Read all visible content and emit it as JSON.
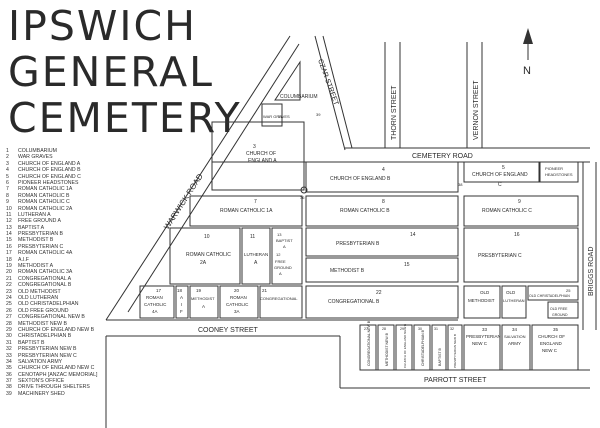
{
  "title_lines": [
    "IPSWICH",
    "GENERAL",
    "CEMETERY"
  ],
  "north_label": "N",
  "streets": {
    "warwick_road": "WARWICK ROAD",
    "cemetery_road": "CEMETERY ROAD",
    "thorn_street": "THORN STREET",
    "vernon_street": "VERNON STREET",
    "cooney_street": "COONEY STREET",
    "parrott_street": "PARROTT STREET",
    "briggs_road": "BRIGGS ROAD",
    "czar_street": "CZAR STREET"
  },
  "legend": [
    {
      "num": "1",
      "label": "COLUMBARIUM"
    },
    {
      "num": "2",
      "label": "WAR GRAVES"
    },
    {
      "num": "3",
      "label": "CHURCH OF ENGLAND A"
    },
    {
      "num": "4",
      "label": "CHURCH OF ENGLAND B"
    },
    {
      "num": "5",
      "label": "CHURCH OF ENGLAND C"
    },
    {
      "num": "6",
      "label": "PIONEER HEADSTONES"
    },
    {
      "num": "7",
      "label": "ROMAN CATHOLIC 1A"
    },
    {
      "num": "8",
      "label": "ROMAN CATHOLIC B"
    },
    {
      "num": "9",
      "label": "ROMAN CATHOLIC C"
    },
    {
      "num": "10",
      "label": "ROMAN CATHOLIC 2A"
    },
    {
      "num": "11",
      "label": "LUTHERAN A"
    },
    {
      "num": "12",
      "label": "FREE GROUND A"
    },
    {
      "num": "13",
      "label": "BAPTIST A"
    },
    {
      "num": "14",
      "label": "PRESBYTERIAN B"
    },
    {
      "num": "15",
      "label": "METHODIST B"
    },
    {
      "num": "16",
      "label": "PRESBYTERIAN C"
    },
    {
      "num": "17",
      "label": "ROMAN CATHOLIC 4A"
    },
    {
      "num": "18",
      "label": "A.I.F"
    },
    {
      "num": "19",
      "label": "METHODIST A"
    },
    {
      "num": "20",
      "label": "ROMAN CATHOLIC 3A"
    },
    {
      "num": "21",
      "label": "CONGREGATIONAL A"
    },
    {
      "num": "22",
      "label": "CONGREGATIONAL B"
    },
    {
      "num": "23",
      "label": "OLD METHODIST"
    },
    {
      "num": "24",
      "label": "OLD LUTHERAN"
    },
    {
      "num": "25",
      "label": "OLD CHRISTADELPHIAN"
    },
    {
      "num": "26",
      "label": "OLD FREE GROUND"
    },
    {
      "num": "27",
      "label": "CONGREGATIONAL NEW B"
    },
    {
      "num": "28",
      "label": "METHODIST NEW B"
    },
    {
      "num": "29",
      "label": "CHURCH OF ENGLAND NEW B"
    },
    {
      "num": "30",
      "label": "CHRISTADELPHIAN B"
    },
    {
      "num": "31",
      "label": "BAPTIST B"
    },
    {
      "num": "32",
      "label": "PRESBYTERIAN NEW B"
    },
    {
      "num": "33",
      "label": "PRESBYTERIAN NEW C"
    },
    {
      "num": "34",
      "label": "SALVATION ARMY"
    },
    {
      "num": "35",
      "label": "CHURCH OF ENGLAND NEW C"
    },
    {
      "num": "36",
      "label": "CENOTAPH [ANZAC MEMORIAL]"
    },
    {
      "num": "37",
      "label": "SEXTON'S OFFICE"
    },
    {
      "num": "38",
      "label": "DRIVE THROUGH SHELTERS"
    },
    {
      "num": "39",
      "label": "MACHINERY SHED"
    }
  ],
  "sections": {
    "s1": {
      "num": "1",
      "name": "COLUMBARIUM"
    },
    "s2": {
      "num": "2",
      "name": "WAR GRAVES"
    },
    "s3": {
      "num": "3",
      "name1": "CHURCH OF",
      "name2": "ENGLAND A"
    },
    "s4": {
      "num": "4",
      "name": "CHURCH OF ENGLAND  B"
    },
    "s5": {
      "num": "5",
      "name1": "CHURCH OF ENGLAND",
      "name2": "C"
    },
    "s6": {
      "num": "6",
      "name1": "PIONEER",
      "name2": "HEADSTONES"
    },
    "s7": {
      "num": "7",
      "name": "ROMAN CATHOLIC 1A"
    },
    "s8": {
      "num": "8",
      "name": "ROMAN CATHOLIC  B"
    },
    "s9": {
      "num": "9",
      "name": "ROMAN CATHOLIC  C"
    },
    "s10": {
      "num": "10",
      "name1": "ROMAN CATHOLIC",
      "name2": "2A"
    },
    "s11": {
      "num": "11",
      "name1": "LUTHERAN",
      "name2": "A"
    },
    "s12": {
      "num": "12",
      "name1": "FREE",
      "name2": "GROUND",
      "name3": "A"
    },
    "s13": {
      "num": "13",
      "name1": "BAPTIST",
      "name2": "A"
    },
    "s14": {
      "num": "14",
      "name": "PRESBYTERIAN  B"
    },
    "s15": {
      "num": "15",
      "name": "METHODIST B"
    },
    "s16": {
      "num": "16",
      "name": "PRESBYTERIAN  C"
    },
    "s17": {
      "num": "17",
      "name1": "ROMAN",
      "name2": "CATHOLIC",
      "name3": "4A"
    },
    "s18": {
      "num": "18",
      "name1": "A",
      "name2": "I",
      "name3": "F"
    },
    "s19": {
      "num": "19",
      "name1": "METHODIST",
      "name2": "A"
    },
    "s20": {
      "num": "20",
      "name1": "ROMAN",
      "name2": "CATHOLIC",
      "name3": "3A"
    },
    "s21": {
      "num": "21",
      "name": "CONGREGATIONAL"
    },
    "s22": {
      "num": "22",
      "name": "CONGREGATIONAL  B"
    },
    "s23": {
      "num": "23",
      "name1": "OLD",
      "name2": "METHODIST"
    },
    "s24": {
      "num": "24",
      "name1": "OLD",
      "name2": "LUTHERAN"
    },
    "s25": {
      "num": "25",
      "name": "OLD CHRISTADELPHIAN"
    },
    "s26": {
      "num": "26",
      "name1": "OLD FREE",
      "name2": "GROUND"
    },
    "s27": {
      "num": "27",
      "name": "CONGREGATIONAL NEW B"
    },
    "s28": {
      "num": "28",
      "name": "METHODIST NEW B"
    },
    "s29": {
      "num": "29",
      "name": "CHURCH OF ENGLAND NEW B"
    },
    "s30": {
      "num": "30",
      "name": "CHRISTADELPHIAN B"
    },
    "s31": {
      "num": "31",
      "name": "BAPTIST B"
    },
    "s32": {
      "num": "32",
      "name": "PRESBYTERIAN NEW B"
    },
    "s33": {
      "num": "33",
      "name1": "PRESBYTERIAN",
      "name2": "NEW C"
    },
    "s34": {
      "num": "34",
      "name1": "SALVATION",
      "name2": "ARMY"
    },
    "s35": {
      "num": "35",
      "name1": "CHURCH OF",
      "name2": "ENGLAND",
      "name3": "NEW C"
    },
    "m36": "36",
    "m37": "37",
    "m38": "38",
    "m39": "39"
  }
}
